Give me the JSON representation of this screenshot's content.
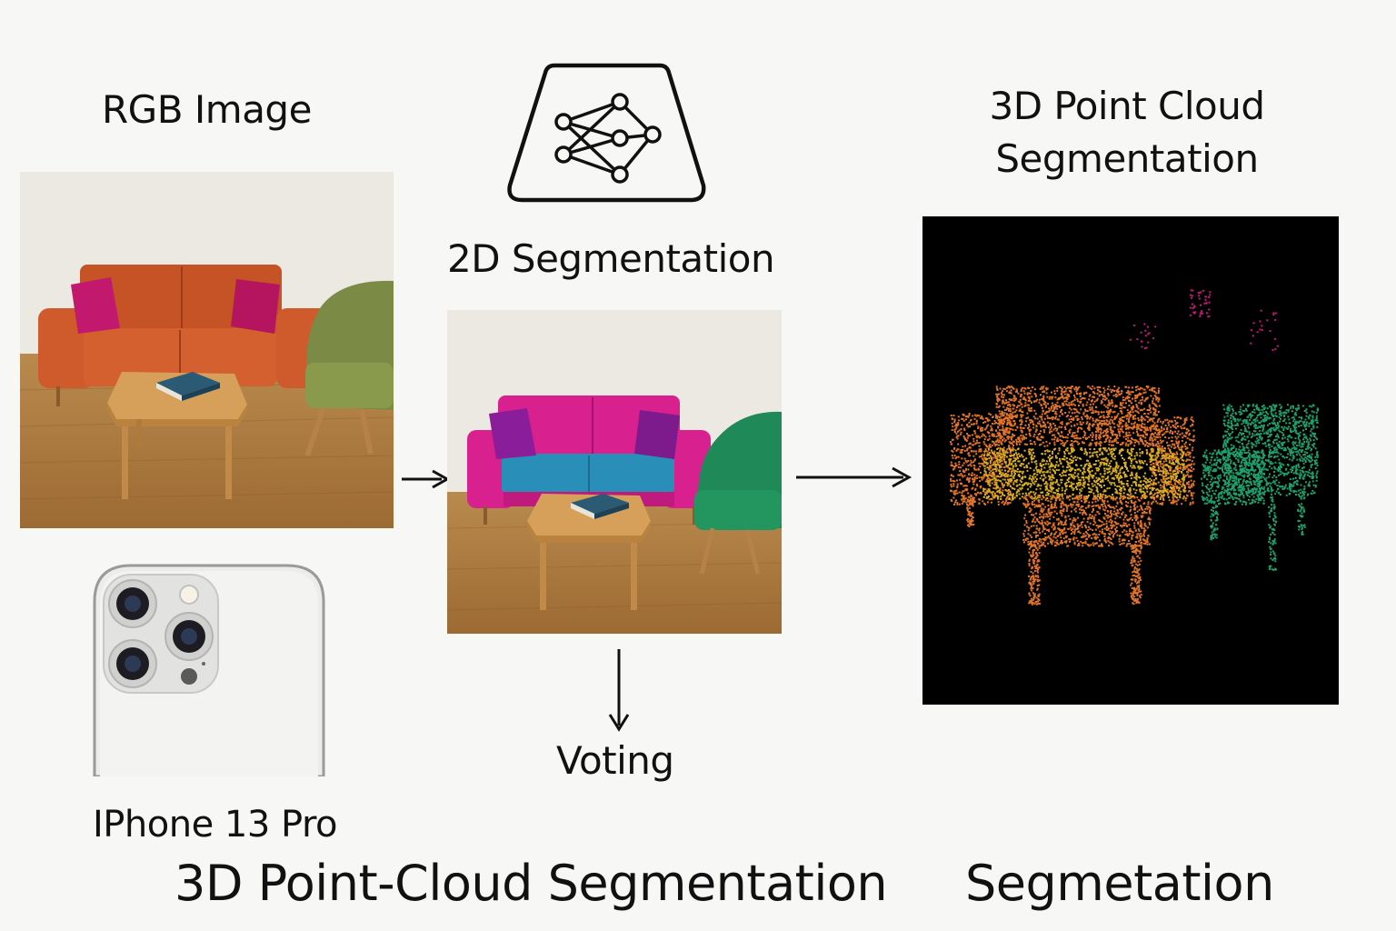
{
  "labels": {
    "rgb_image": "RGB Image",
    "segmentation_2d": "2D Segmentation",
    "point_cloud_line1": "3D Point Cloud",
    "point_cloud_line2": "Segmentation",
    "voting": "Voting",
    "device": "IPhone 13 Pro",
    "footer_left": "3D Point-Cloud Segmentation",
    "footer_right": "Segmetation"
  },
  "icons": {
    "network": "neural-network-icon",
    "phone": "iphone-camera-icon"
  },
  "colors": {
    "background": "#f7f7f6",
    "sofa_rgb": "#c9542a",
    "chair_rgb": "#7d8c45",
    "pillow": "#c2186e",
    "sofa_seg": "#d9208f",
    "cushion_seg": "#2a8fb8",
    "chair_seg": "#1f8a58",
    "pillow_seg": "#8a1e9a",
    "cloud_orange": "#e2752a",
    "cloud_yellow": "#d9b022",
    "cloud_green": "#1fa06a",
    "cloud_magenta": "#c21a7a"
  }
}
